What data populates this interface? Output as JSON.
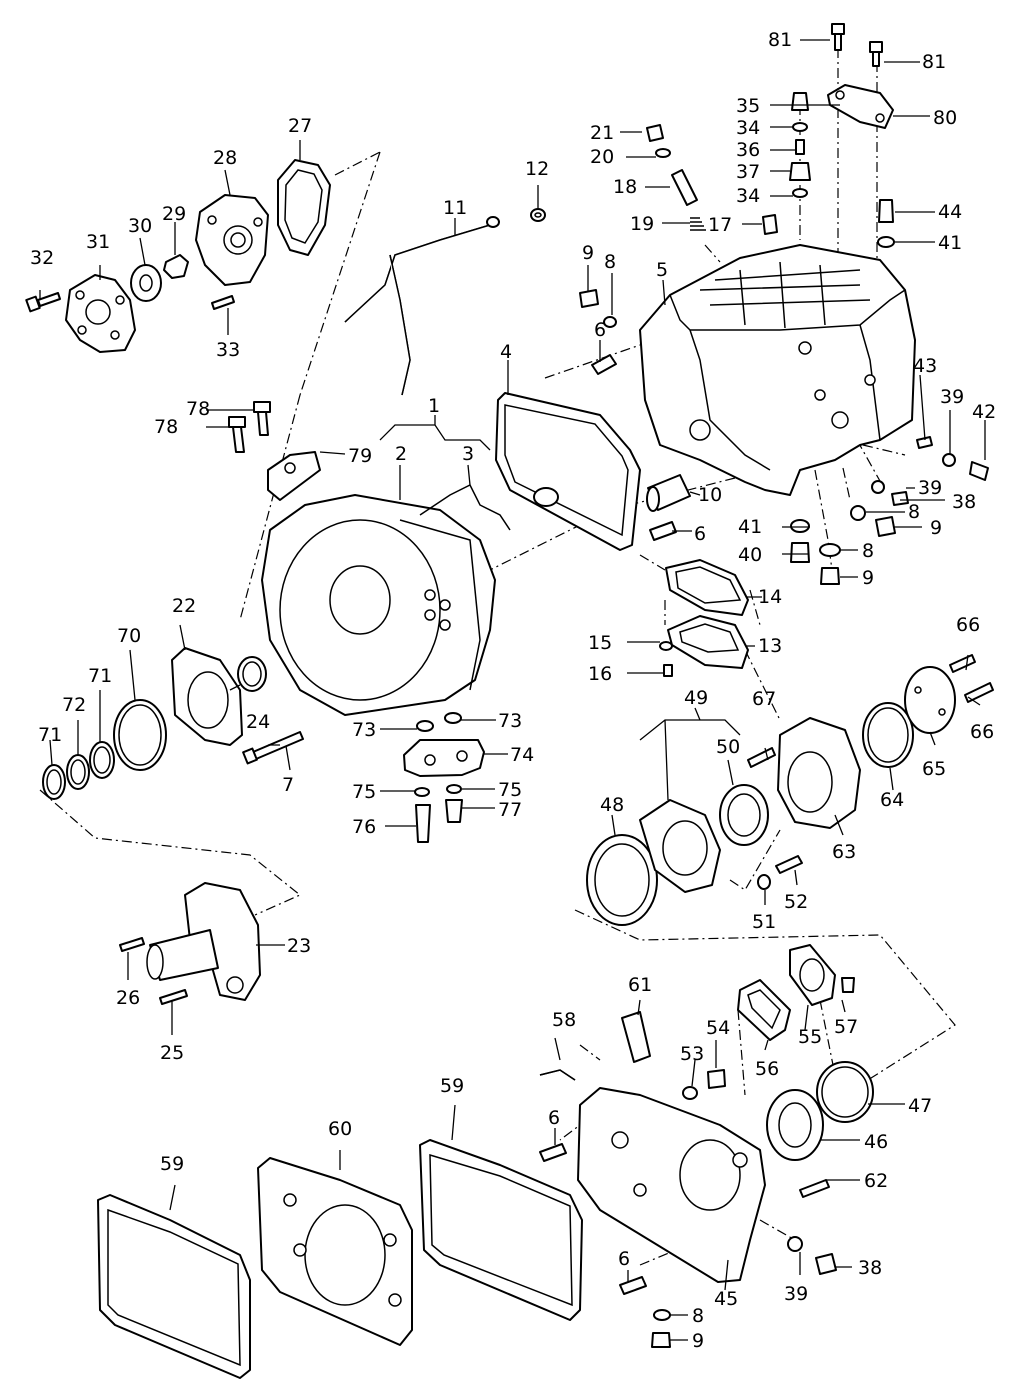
{
  "diagram": {
    "labels": [
      {
        "id": "1",
        "text": "1"
      },
      {
        "id": "2",
        "text": "2"
      },
      {
        "id": "3",
        "text": "3"
      },
      {
        "id": "4",
        "text": "4"
      },
      {
        "id": "5",
        "text": "5"
      },
      {
        "id": "6a",
        "text": "6"
      },
      {
        "id": "6b",
        "text": "6"
      },
      {
        "id": "6c",
        "text": "6"
      },
      {
        "id": "6d",
        "text": "6"
      },
      {
        "id": "7",
        "text": "7"
      },
      {
        "id": "8a",
        "text": "8"
      },
      {
        "id": "8b",
        "text": "8"
      },
      {
        "id": "8c",
        "text": "8"
      },
      {
        "id": "8d",
        "text": "8"
      },
      {
        "id": "9a",
        "text": "9"
      },
      {
        "id": "9b",
        "text": "9"
      },
      {
        "id": "9c",
        "text": "9"
      },
      {
        "id": "9d",
        "text": "9"
      },
      {
        "id": "10",
        "text": "10"
      },
      {
        "id": "11",
        "text": "11"
      },
      {
        "id": "12",
        "text": "12"
      },
      {
        "id": "13",
        "text": "13"
      },
      {
        "id": "14",
        "text": "14"
      },
      {
        "id": "15",
        "text": "15"
      },
      {
        "id": "16",
        "text": "16"
      },
      {
        "id": "17",
        "text": "17"
      },
      {
        "id": "18",
        "text": "18"
      },
      {
        "id": "19",
        "text": "19"
      },
      {
        "id": "20",
        "text": "20"
      },
      {
        "id": "21",
        "text": "21"
      },
      {
        "id": "22",
        "text": "22"
      },
      {
        "id": "23",
        "text": "23"
      },
      {
        "id": "24",
        "text": "24"
      },
      {
        "id": "25",
        "text": "25"
      },
      {
        "id": "26",
        "text": "26"
      },
      {
        "id": "27",
        "text": "27"
      },
      {
        "id": "28",
        "text": "28"
      },
      {
        "id": "29",
        "text": "29"
      },
      {
        "id": "30",
        "text": "30"
      },
      {
        "id": "31",
        "text": "31"
      },
      {
        "id": "32",
        "text": "32"
      },
      {
        "id": "33",
        "text": "33"
      },
      {
        "id": "34a",
        "text": "34"
      },
      {
        "id": "34b",
        "text": "34"
      },
      {
        "id": "35",
        "text": "35"
      },
      {
        "id": "36",
        "text": "36"
      },
      {
        "id": "37",
        "text": "37"
      },
      {
        "id": "38a",
        "text": "38"
      },
      {
        "id": "38b",
        "text": "38"
      },
      {
        "id": "39a",
        "text": "39"
      },
      {
        "id": "39b",
        "text": "39"
      },
      {
        "id": "39c",
        "text": "39"
      },
      {
        "id": "40",
        "text": "40"
      },
      {
        "id": "41a",
        "text": "41"
      },
      {
        "id": "41b",
        "text": "41"
      },
      {
        "id": "42",
        "text": "42"
      },
      {
        "id": "43",
        "text": "43"
      },
      {
        "id": "44",
        "text": "44"
      },
      {
        "id": "45",
        "text": "45"
      },
      {
        "id": "46",
        "text": "46"
      },
      {
        "id": "47",
        "text": "47"
      },
      {
        "id": "48",
        "text": "48"
      },
      {
        "id": "49",
        "text": "49"
      },
      {
        "id": "50",
        "text": "50"
      },
      {
        "id": "51",
        "text": "51"
      },
      {
        "id": "52",
        "text": "52"
      },
      {
        "id": "53",
        "text": "53"
      },
      {
        "id": "54",
        "text": "54"
      },
      {
        "id": "55",
        "text": "55"
      },
      {
        "id": "56",
        "text": "56"
      },
      {
        "id": "57",
        "text": "57"
      },
      {
        "id": "58",
        "text": "58"
      },
      {
        "id": "59a",
        "text": "59"
      },
      {
        "id": "59b",
        "text": "59"
      },
      {
        "id": "60",
        "text": "60"
      },
      {
        "id": "61",
        "text": "61"
      },
      {
        "id": "62",
        "text": "62"
      },
      {
        "id": "63",
        "text": "63"
      },
      {
        "id": "64",
        "text": "64"
      },
      {
        "id": "65",
        "text": "65"
      },
      {
        "id": "66a",
        "text": "66"
      },
      {
        "id": "66b",
        "text": "66"
      },
      {
        "id": "67",
        "text": "67"
      },
      {
        "id": "70",
        "text": "70"
      },
      {
        "id": "71a",
        "text": "71"
      },
      {
        "id": "71b",
        "text": "71"
      },
      {
        "id": "72",
        "text": "72"
      },
      {
        "id": "73a",
        "text": "73"
      },
      {
        "id": "73b",
        "text": "73"
      },
      {
        "id": "74",
        "text": "74"
      },
      {
        "id": "75a",
        "text": "75"
      },
      {
        "id": "75b",
        "text": "75"
      },
      {
        "id": "76",
        "text": "76"
      },
      {
        "id": "77",
        "text": "77"
      },
      {
        "id": "78a",
        "text": "78"
      },
      {
        "id": "78b",
        "text": "78"
      },
      {
        "id": "79",
        "text": "79"
      },
      {
        "id": "80",
        "text": "80"
      },
      {
        "id": "81a",
        "text": "81"
      },
      {
        "id": "81b",
        "text": "81"
      }
    ]
  }
}
